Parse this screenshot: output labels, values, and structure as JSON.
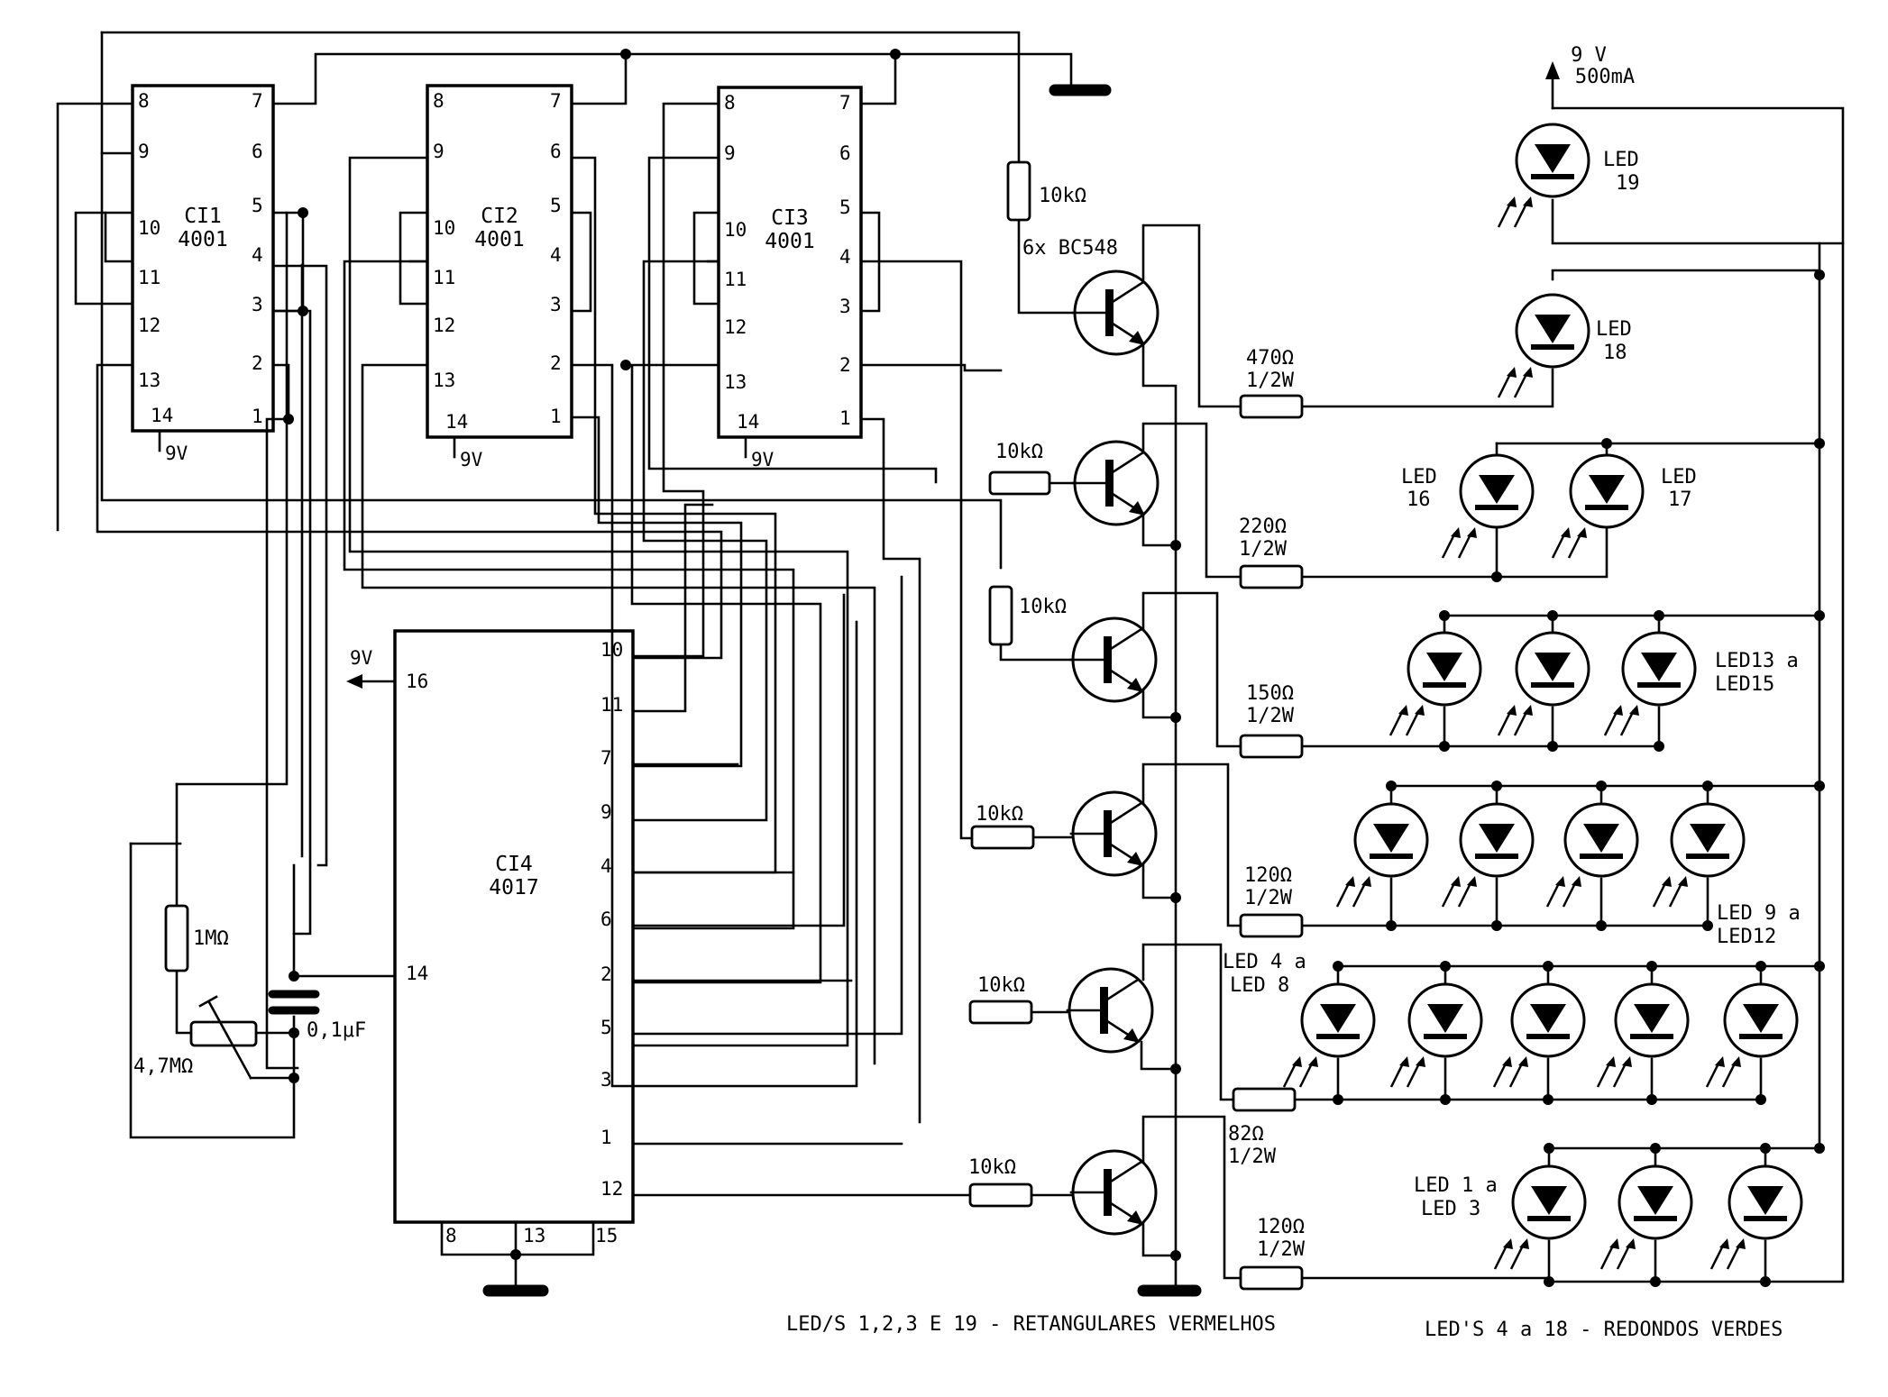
{
  "supply": {
    "voltage": "9 V",
    "current": "500mA"
  },
  "chips": [
    {
      "id": "ci1",
      "name": "CI1",
      "part": "4001",
      "supply_label": "9V",
      "pins_left": [
        "8",
        "9",
        "10",
        "11",
        "12",
        "13"
      ],
      "pins_right": [
        "7",
        "6",
        "5",
        "4",
        "3",
        "2",
        "1"
      ],
      "pin_bottom": "14"
    },
    {
      "id": "ci2",
      "name": "CI2",
      "part": "4001",
      "supply_label": "9V",
      "pins_left": [
        "8",
        "9",
        "10",
        "11",
        "12",
        "13"
      ],
      "pins_right": [
        "7",
        "6",
        "5",
        "4",
        "3",
        "2",
        "1"
      ],
      "pin_bottom": "14"
    },
    {
      "id": "ci3",
      "name": "CI3",
      "part": "4001",
      "supply_label": "9V",
      "pins_left": [
        "8",
        "9",
        "10",
        "11",
        "12",
        "13"
      ],
      "pins_right": [
        "7",
        "6",
        "5",
        "4",
        "3",
        "2",
        "1"
      ],
      "pin_bottom": "14"
    },
    {
      "id": "ci4",
      "name": "CI4",
      "part": "4017",
      "supply_label": "9V",
      "pin_left": "16",
      "pin_left2": "14",
      "pins_right": [
        "10",
        "11",
        "7",
        "9",
        "4",
        "6",
        "2",
        "5",
        "3",
        "1",
        "12"
      ],
      "pins_bottom": [
        "8",
        "13",
        "15"
      ]
    }
  ],
  "transistors": {
    "label": "6x BC548"
  },
  "base_resistors": [
    "10kΩ",
    "10kΩ",
    "10kΩ",
    "10kΩ",
    "10kΩ",
    "10kΩ",
    "10kΩ"
  ],
  "led_resistors": [
    {
      "value": "470Ω",
      "power": "1/2W"
    },
    {
      "value": "220Ω",
      "power": "1/2W"
    },
    {
      "value": "150Ω",
      "power": "1/2W"
    },
    {
      "value": "120Ω",
      "power": "1/2W"
    },
    {
      "value": "82Ω",
      "power": "1/2W"
    },
    {
      "value": "120Ω",
      "power": "1/2W"
    }
  ],
  "timing": {
    "resistor": "1MΩ",
    "pot": "4,7MΩ",
    "capacitor": "0,1μF"
  },
  "led_labels": {
    "led19": [
      "LED",
      "19"
    ],
    "led18": [
      "LED",
      "18"
    ],
    "led16": [
      "LED",
      "16"
    ],
    "led17": [
      "LED",
      "17"
    ],
    "led13_15": [
      "LED13 a",
      "LED15"
    ],
    "led9_12": [
      "LED 9 a",
      "LED12"
    ],
    "led4_8": [
      "LED 4 a",
      "LED 8"
    ],
    "led1_3": [
      "LED 1 a",
      "LED 3"
    ]
  },
  "footer": {
    "left": "LED/S 1,2,3 E 19 - RETANGULARES VERMELHOS",
    "right": "LED'S 4 a 18 - REDONDOS VERDES"
  }
}
